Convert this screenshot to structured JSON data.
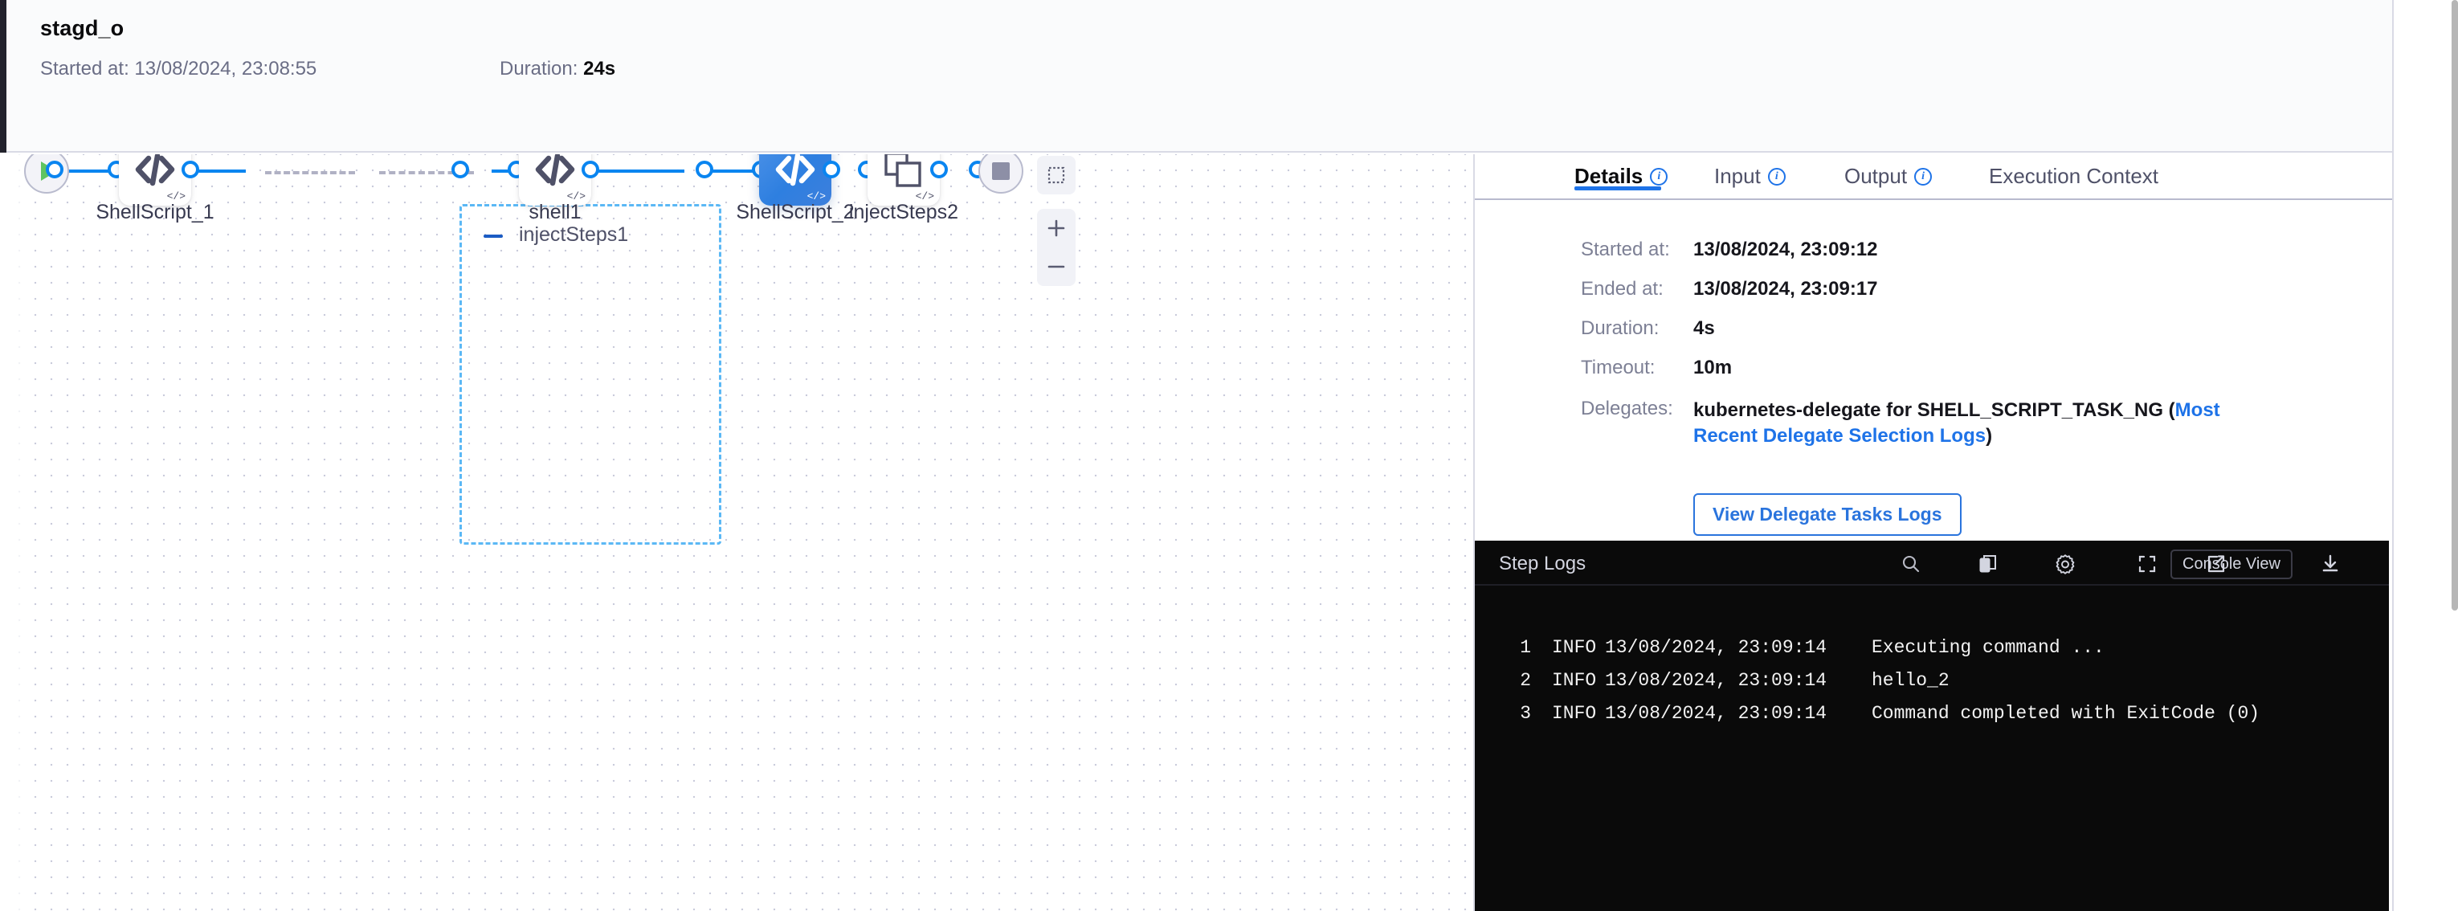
{
  "header": {
    "title": "stagd_o",
    "started_label": "Started at:",
    "started_value": "13/08/2024, 23:08:55",
    "duration_label": "Duration:",
    "duration_value": "24s"
  },
  "graph": {
    "start_node_name": "start-node",
    "end_node_name": "end-node",
    "group": {
      "label": "injectSteps1",
      "collapse_icon": "minus-icon"
    },
    "nodes": [
      {
        "id": "shellscript1",
        "label": "ShellScript_1",
        "icon": "code-icon",
        "status": "success",
        "selected": false
      },
      {
        "id": "shell1",
        "label": "shell1",
        "icon": "code-icon",
        "status": "success",
        "selected": false
      },
      {
        "id": "shellscript2",
        "label": "ShellScript_2",
        "icon": "code-icon",
        "status": "success",
        "selected": true
      },
      {
        "id": "injectsteps2",
        "label": "injectSteps2",
        "icon": "copy-squares-icon",
        "status": "success",
        "selected": false
      }
    ],
    "controls": [
      {
        "name": "fit-to-screen-button",
        "icon": "fit-screen-icon"
      },
      {
        "name": "selection-box-button",
        "icon": "dashed-square-icon"
      },
      {
        "name": "zoom-in-button",
        "icon": "plus-icon",
        "label": "+"
      },
      {
        "name": "zoom-out-button",
        "icon": "minus-icon",
        "label": "−"
      }
    ],
    "accent_edge_color": "#0a85f0",
    "group_border_color": "#5bb8f5",
    "success_color": "#5db85d",
    "selected_node_color": "#3d7fdc"
  },
  "tabs": [
    {
      "label": "Details",
      "has_info": true,
      "active": true
    },
    {
      "label": "Input",
      "has_info": true,
      "active": false
    },
    {
      "label": "Output",
      "has_info": true,
      "active": false
    },
    {
      "label": "Execution Context",
      "has_info": false,
      "active": false
    }
  ],
  "details": {
    "rows": [
      {
        "key": "Started at:",
        "value": "13/08/2024, 23:09:12"
      },
      {
        "key": "Ended at:",
        "value": "13/08/2024, 23:09:17"
      },
      {
        "key": "Duration:",
        "value": "4s"
      },
      {
        "key": "Timeout:",
        "value": "10m"
      }
    ],
    "delegates_key": "Delegates:",
    "delegates_value": "kubernetes-delegate for SHELL_SCRIPT_TASK_NG (",
    "delegates_link": "Most Recent Delegate Selection Logs",
    "delegates_suffix": ")",
    "view_delegate_button": "View Delegate Tasks Logs"
  },
  "logs": {
    "title": "Step Logs",
    "console_view_label": "Console View",
    "toolbar": [
      {
        "name": "search-icon"
      },
      {
        "name": "copy-icon"
      },
      {
        "name": "gear-icon"
      },
      {
        "name": "expand-icon"
      },
      {
        "name": "external-link-icon"
      },
      {
        "name": "download-icon"
      }
    ],
    "lines": [
      {
        "num": "1",
        "level": "INFO",
        "time": "13/08/2024, 23:09:14",
        "message": "Executing command ..."
      },
      {
        "num": "2",
        "level": "INFO",
        "time": "13/08/2024, 23:09:14",
        "message": "hello_2"
      },
      {
        "num": "3",
        "level": "INFO",
        "time": "13/08/2024, 23:09:14",
        "message": "Command completed with ExitCode (0)"
      }
    ]
  }
}
